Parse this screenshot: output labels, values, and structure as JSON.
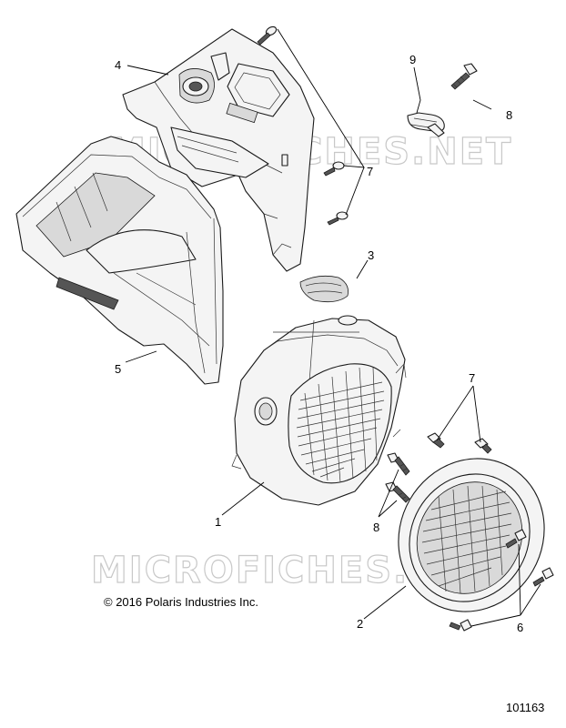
{
  "watermarks": [
    "MICROFICHES.NET",
    "MICROFICHES.NET"
  ],
  "copyright": "© 2016 Polaris Industries Inc.",
  "doc_number": "101163",
  "callouts": [
    {
      "id": "c1",
      "label": "1"
    },
    {
      "id": "c2",
      "label": "2"
    },
    {
      "id": "c3",
      "label": "3"
    },
    {
      "id": "c4",
      "label": "4"
    },
    {
      "id": "c5",
      "label": "5"
    },
    {
      "id": "c6",
      "label": "6"
    },
    {
      "id": "c7a",
      "label": "7"
    },
    {
      "id": "c7b",
      "label": "7"
    },
    {
      "id": "c8a",
      "label": "8"
    },
    {
      "id": "c8b",
      "label": "8"
    },
    {
      "id": "c9",
      "label": "9"
    }
  ]
}
